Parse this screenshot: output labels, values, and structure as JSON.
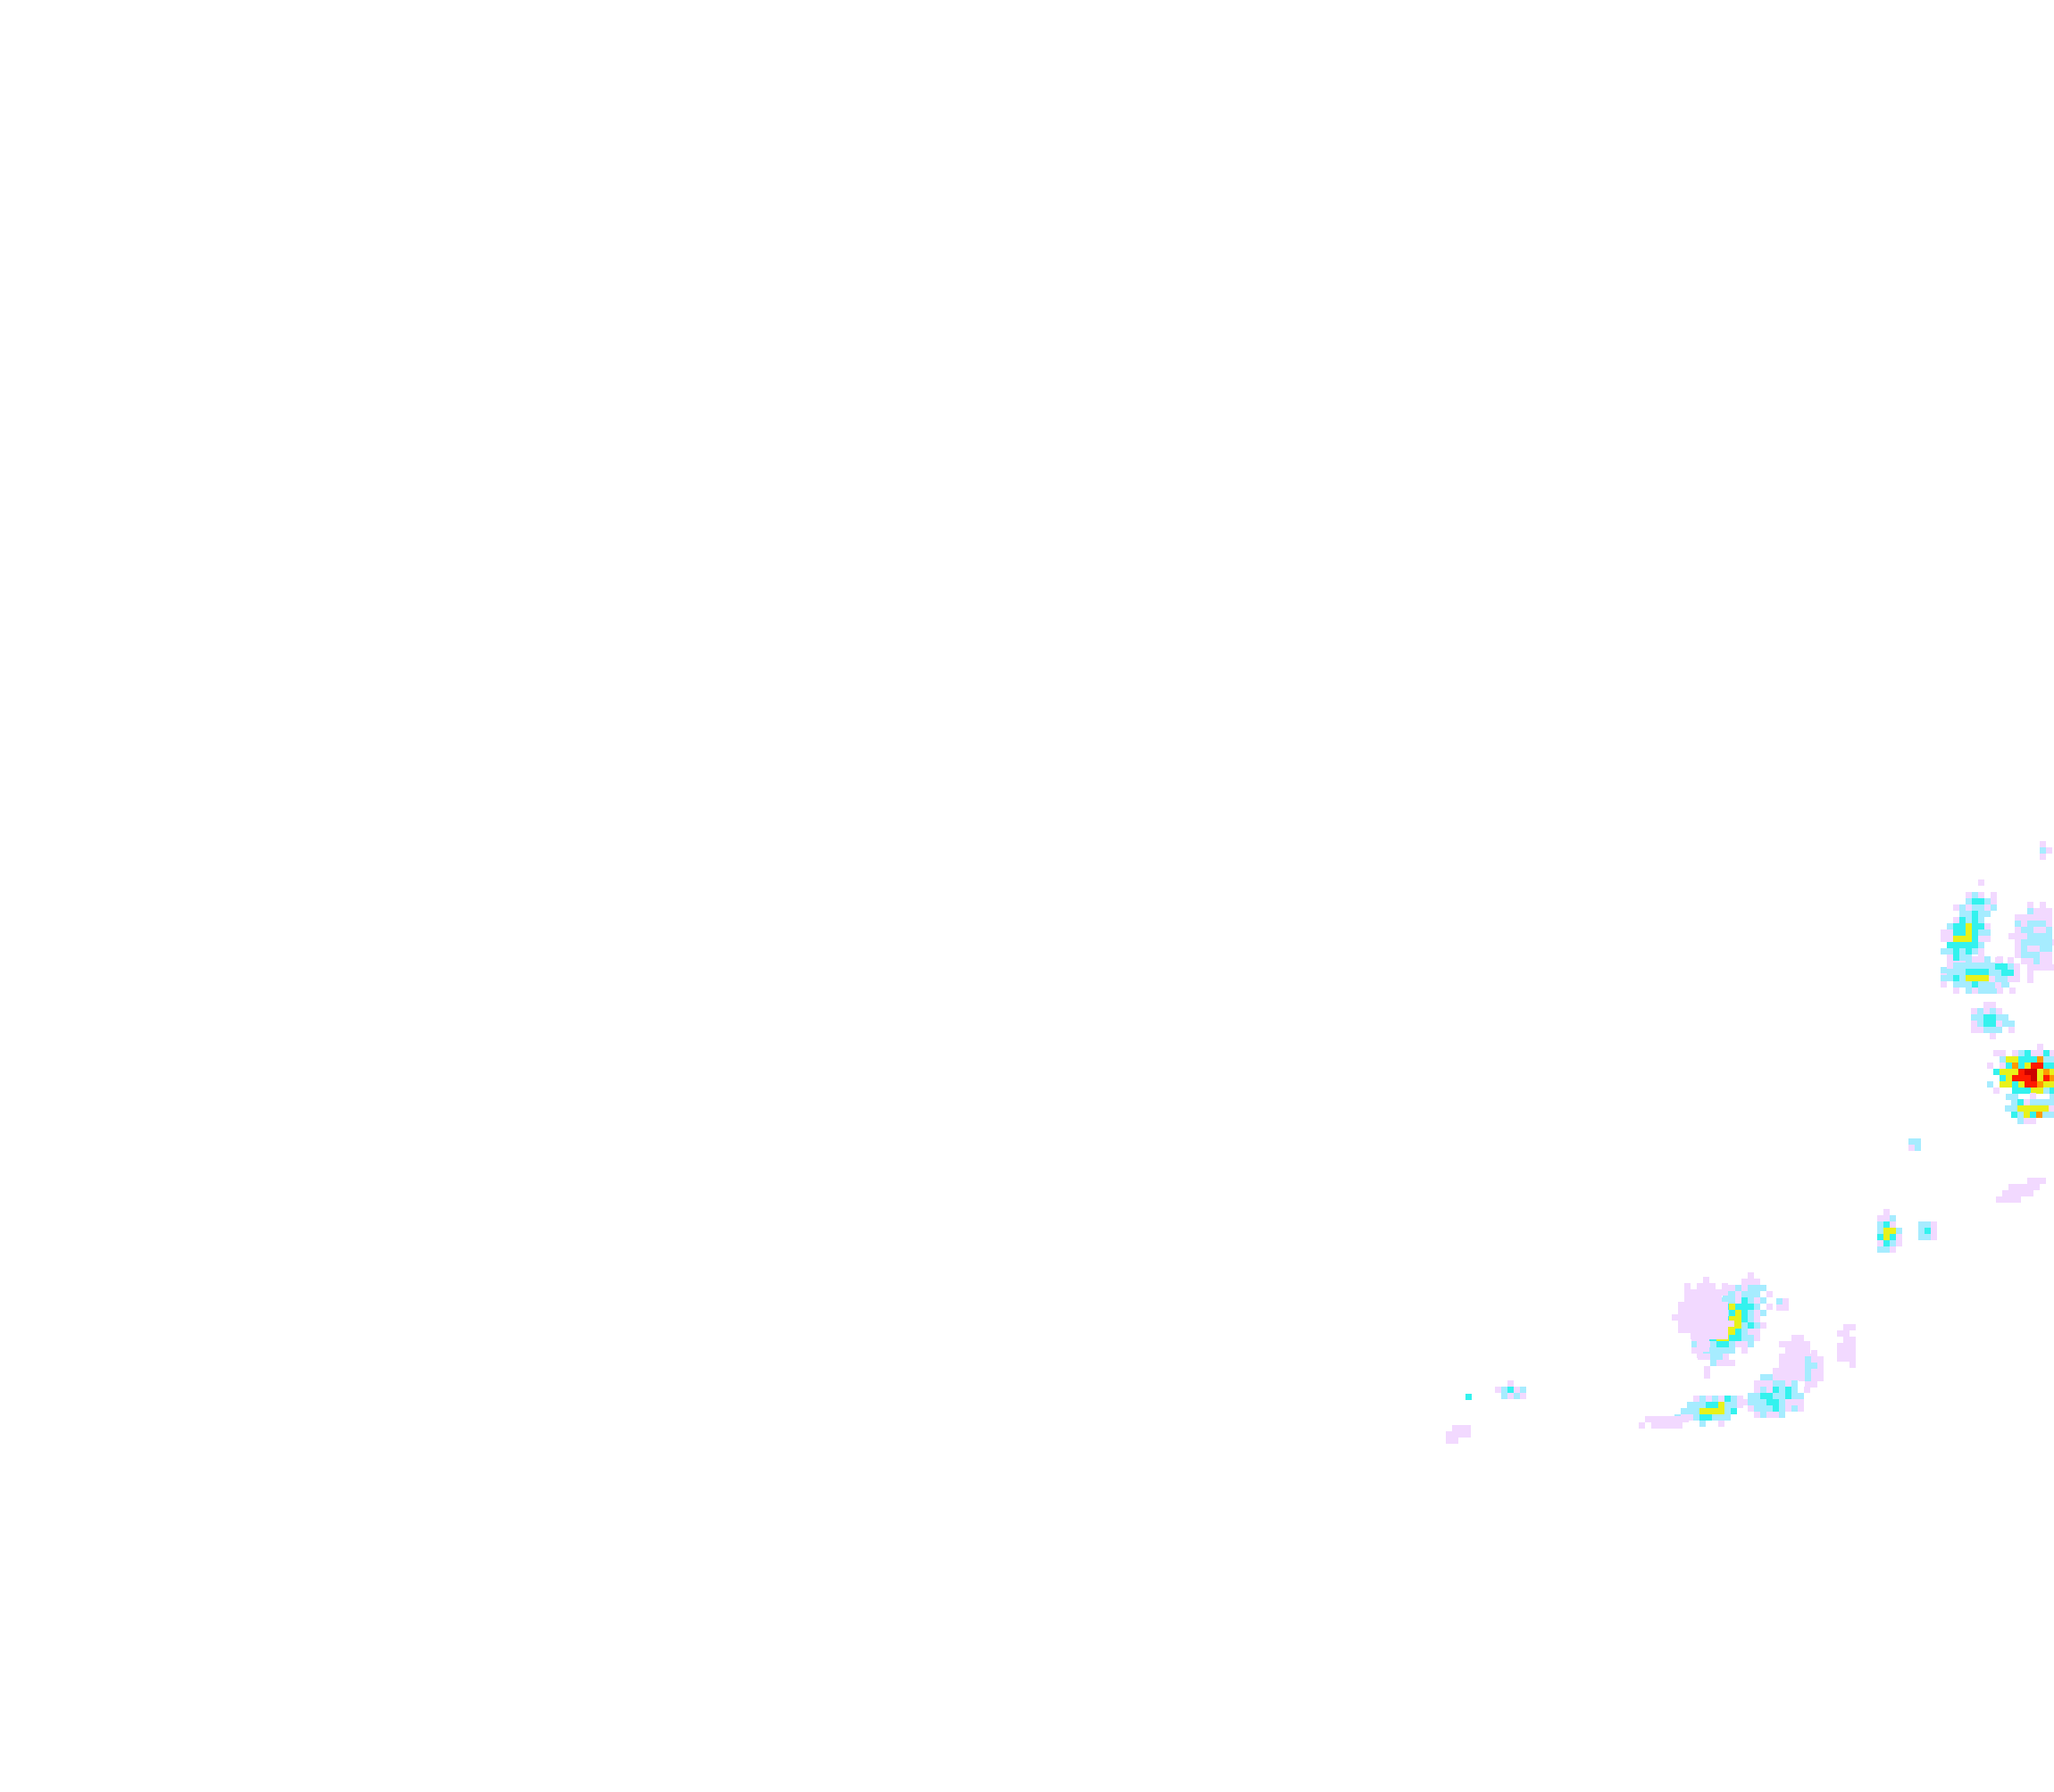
{
  "map": {
    "type": "weather-radar-overlay",
    "background_color": "#ffffff",
    "intensity_colors": {
      "very_light": "#f2d9ff",
      "light": "#a6ecff",
      "moderate": "#33f2ee",
      "heavy": "#e8f21a",
      "very_heavy": "#ff9900",
      "intense": "#ff1a00",
      "extreme": "#cc0000"
    },
    "echo_clusters": [
      {
        "name": "upper-right-band",
        "peak_intensity": "heavy"
      },
      {
        "name": "right-edge-core",
        "peak_intensity": "extreme"
      },
      {
        "name": "small-central-cells",
        "peak_intensity": "heavy"
      },
      {
        "name": "lower-band-north",
        "peak_intensity": "heavy"
      },
      {
        "name": "lower-band-south",
        "peak_intensity": "heavy"
      },
      {
        "name": "far-lower-left-specks",
        "peak_intensity": "moderate"
      }
    ]
  }
}
